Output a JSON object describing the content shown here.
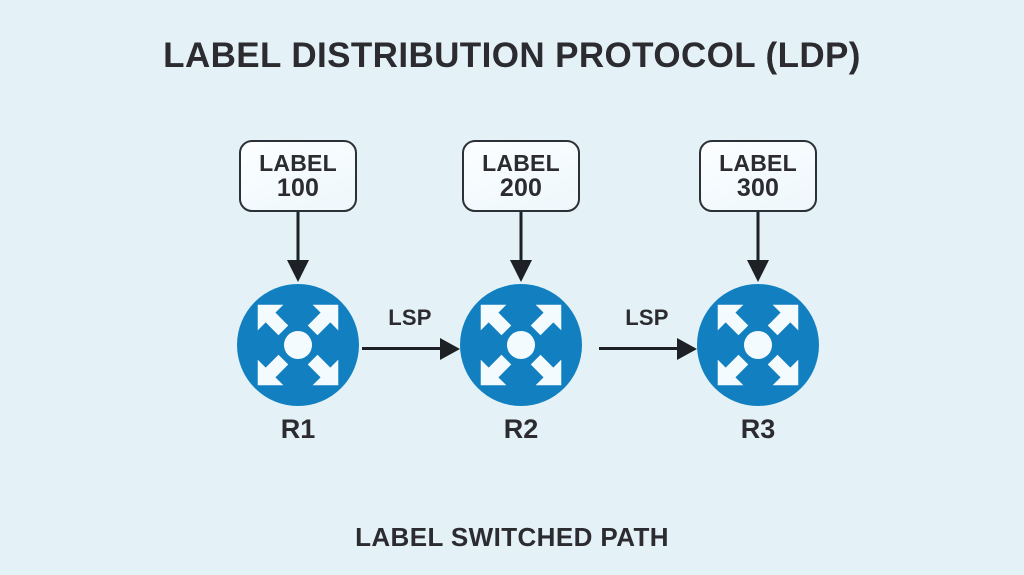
{
  "diagram": {
    "title": "LABEL DISTRIBUTION PROTOCOL (LDP)",
    "caption": "LABEL SWITCHED PATH",
    "background_color": "#e4f2f8",
    "text_color": "#2b2b30",
    "router_color": "#1280c0",
    "line_color": "#1d2024",
    "nodes": [
      {
        "label_word": "LABEL",
        "label_number": "100",
        "router_name": "R1",
        "router_icon": "router-icon"
      },
      {
        "label_word": "LABEL",
        "label_number": "200",
        "router_name": "R2",
        "router_icon": "router-icon"
      },
      {
        "label_word": "LABEL",
        "label_number": "300",
        "router_name": "R3",
        "router_icon": "router-icon"
      }
    ],
    "links": [
      {
        "label": "LSP",
        "from": "R1",
        "to": "R2"
      },
      {
        "label": "LSP",
        "from": "R2",
        "to": "R3"
      }
    ]
  }
}
